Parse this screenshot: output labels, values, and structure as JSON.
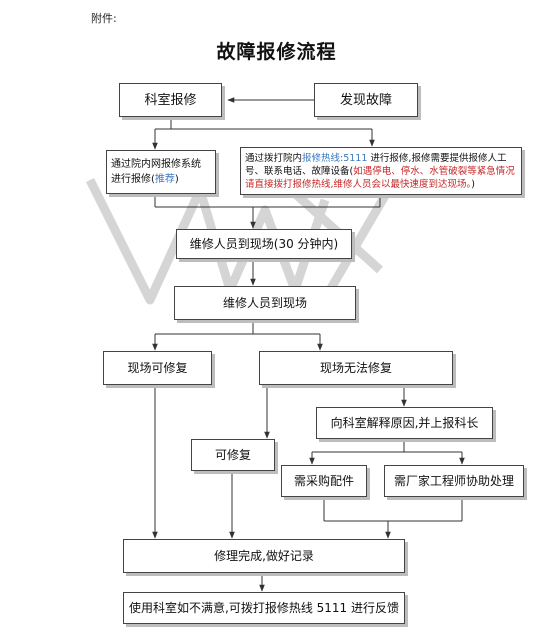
{
  "attachment_label": "附件:",
  "title": "故障报修流程",
  "nodes": {
    "find_fault": "发现故障",
    "dept_report": "科室报修",
    "online_system": {
      "line1": "通过院内网报修系统",
      "line2_prefix": "进行报修(",
      "recommend": "推荐",
      "line2_suffix": ")"
    },
    "hotline_note": {
      "prefix": "通过拨打院内",
      "hotline": "报修热线:5111",
      "mid": " 进行报修,报修需要提供报修人工号、联系电话、故障设备(",
      "urgent": "如遇停电、停水、水管破裂等紧急情况请直接拨打报修热线,维修人员会以最快速度到达现场。",
      "suffix": ")"
    },
    "arrive_30": "维修人员到现场(30 分钟内)",
    "arrive": "维修人员到现场",
    "repairable_onsite": "现场可修复",
    "not_repairable_onsite": "现场无法修复",
    "explain_report": "向科室解释原因,并上报科长",
    "repairable": "可修复",
    "buy_parts": "需采购配件",
    "vendor_engineer": "需厂家工程师协助处理",
    "complete": "修理完成,做好记录",
    "feedback": "使用科室如不满意,可拨打报修热线 5111 进行反馈"
  },
  "colors": {
    "link": "#3b78c2",
    "urgent": "#c62828",
    "border": "#444444",
    "shadow": "#bdbdbd"
  }
}
